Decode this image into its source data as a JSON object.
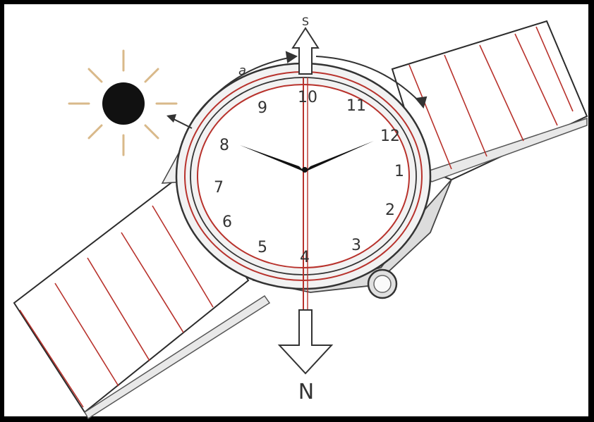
{
  "colors": {
    "frame": "#000000",
    "paper": "#ffffff",
    "ink": "#2b2b2b",
    "red": "#b8322c",
    "sun": "#111111",
    "sun_ray": "#d9b98a",
    "grey": "#8c8c8c"
  },
  "labels": {
    "south_letter": "S",
    "north_letter": "N",
    "arc_label": "a"
  },
  "dial_numbers": [
    "10",
    "11",
    "12",
    "1",
    "2",
    "3",
    "4",
    "5",
    "6",
    "7",
    "8",
    "9"
  ],
  "icons": {
    "sun": "sun-icon",
    "north_arrow": "arrow-down-icon",
    "south_arrow": "arrow-up-icon"
  }
}
